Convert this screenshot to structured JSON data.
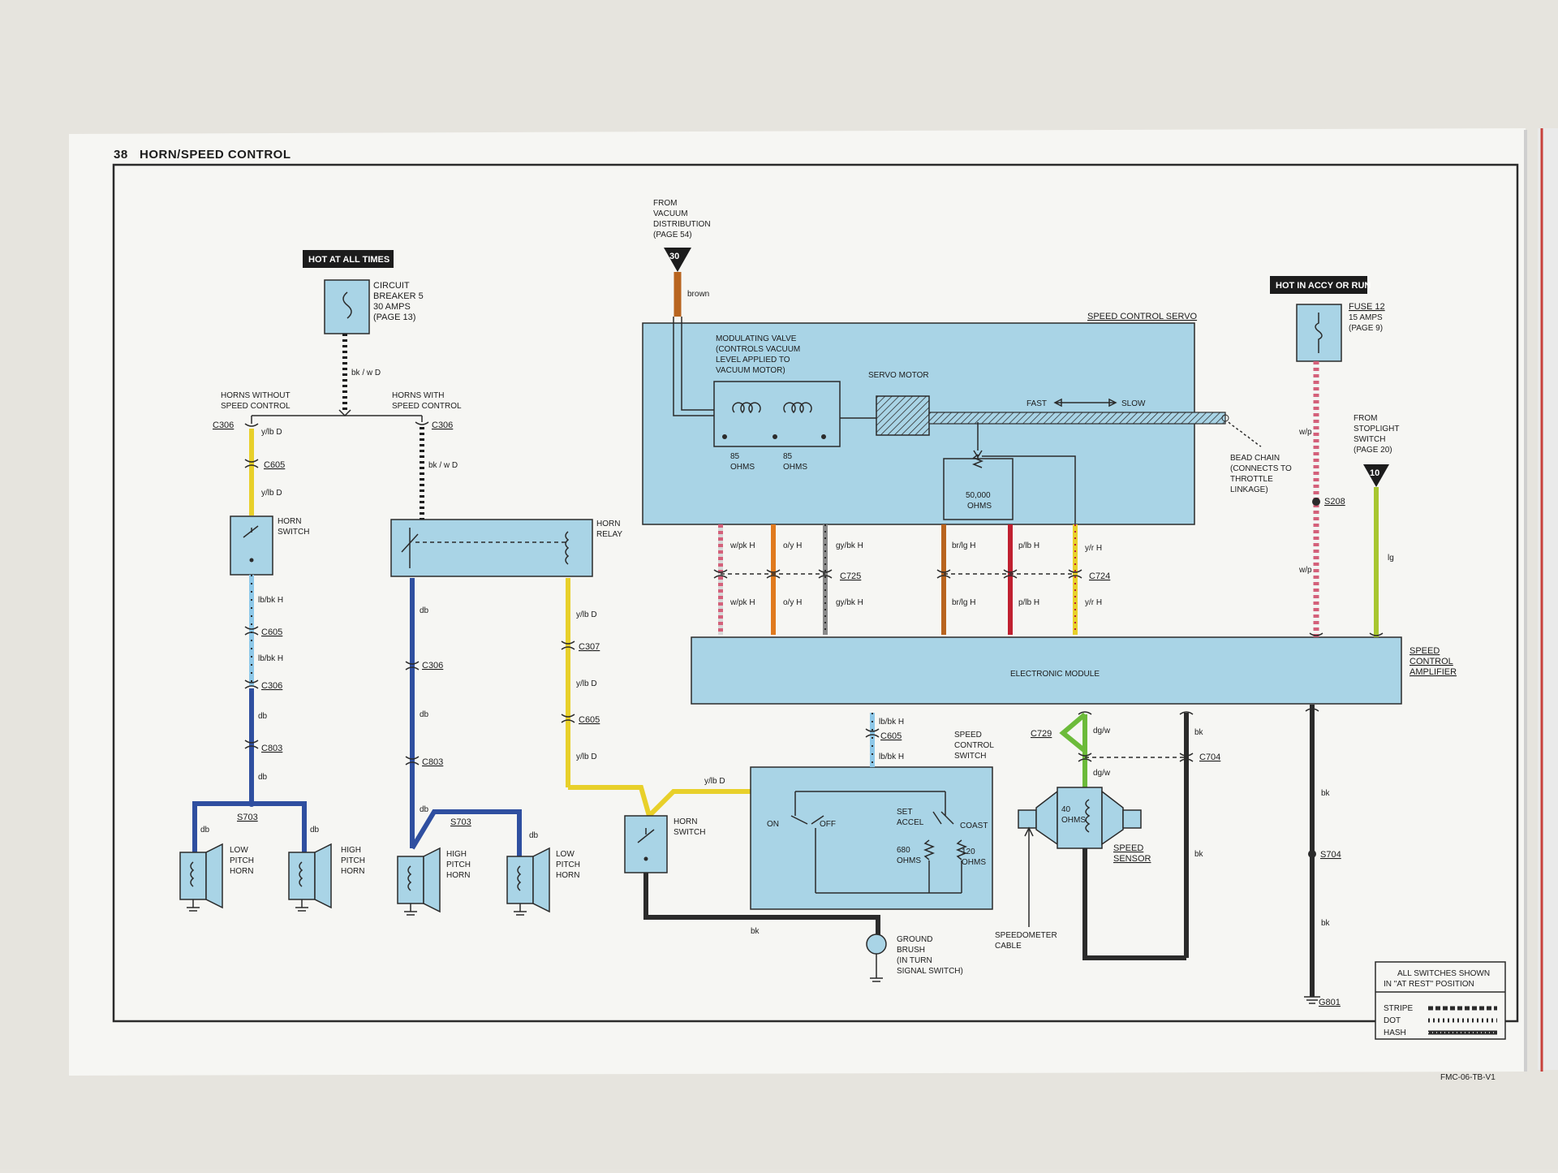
{
  "page": {
    "number": "38",
    "title": "HORN/SPEED CONTROL",
    "footer_code": "FMC-06-TB-V1"
  },
  "tags": {
    "hot_at_all_times": "HOT AT ALL TIMES",
    "hot_in_accy": "HOT IN ACCY OR RUN",
    "vacuum_num": "30",
    "stoplight_num": "10"
  },
  "labels": {
    "circuit_breaker": [
      "CIRCUIT",
      "BREAKER 5",
      "30 AMPS",
      "(PAGE 13)"
    ],
    "fuse": [
      "FUSE 12",
      "15 AMPS",
      "(PAGE 9)"
    ],
    "from_vacuum": [
      "FROM",
      "VACUUM",
      "DISTRIBUTION",
      "(PAGE 54)"
    ],
    "from_stoplight": [
      "FROM",
      "STOPLIGHT",
      "SWITCH",
      "(PAGE 20)"
    ],
    "horns_without": [
      "HORNS WITHOUT",
      "SPEED CONTROL"
    ],
    "horns_with": [
      "HORNS WITH",
      "SPEED CONTROL"
    ],
    "speed_control_servo": "SPEED CONTROL SERVO",
    "modulating_valve": [
      "MODULATING VALVE",
      "(CONTROLS VACUUM",
      "LEVEL APPLIED TO",
      "VACUUM MOTOR)"
    ],
    "servo_motor": "SERVO MOTOR",
    "fast": "FAST",
    "slow": "SLOW",
    "ohms85": [
      "85",
      "OHMS"
    ],
    "ohms50000": [
      "50,000",
      "OHMS"
    ],
    "bead_chain": [
      "BEAD CHAIN",
      "(CONNECTS TO",
      "THROTTLE",
      "LINKAGE)"
    ],
    "horn_switch": [
      "HORN",
      "SWITCH"
    ],
    "horn_relay": [
      "HORN",
      "RELAY"
    ],
    "electronic_module": "ELECTRONIC MODULE",
    "speed_control_amplifier": [
      "SPEED",
      "CONTROL",
      "AMPLIFIER"
    ],
    "speed_control_switch": [
      "SPEED",
      "CONTROL",
      "SWITCH"
    ],
    "switch_on": "ON",
    "switch_off": "OFF",
    "set_accel": [
      "SET",
      "ACCEL"
    ],
    "coast": "COAST",
    "ohms680": [
      "680",
      "OHMS"
    ],
    "ohms120": [
      "120",
      "OHMS"
    ],
    "ohms40": [
      "40",
      "OHMS"
    ],
    "speed_sensor": [
      "SPEED",
      "SENSOR"
    ],
    "speedometer_cable": [
      "SPEEDOMETER",
      "CABLE"
    ],
    "ground_brush": [
      "GROUND",
      "BRUSH",
      "(IN TURN",
      "SIGNAL SWITCH)"
    ],
    "low_pitch_horn": [
      "LOW",
      "PITCH",
      "HORN"
    ],
    "high_pitch_horn": [
      "HIGH",
      "PITCH",
      "HORN"
    ]
  },
  "connectors": {
    "c306": "C306",
    "c605": "C605",
    "c803": "C803",
    "c307": "C307",
    "c725": "C725",
    "c724": "C724",
    "c729": "C729",
    "c704": "C704",
    "s703": "S703",
    "s208": "S208",
    "s704": "S704",
    "g801": "G801"
  },
  "wires": {
    "bk_w_d": "bk / w D",
    "y_lb_d": "y/lb D",
    "lb_bk_h": "lb/bk H",
    "db": "db",
    "bk": "bk",
    "brown": "brown",
    "w_pk_h": "w/pk H",
    "o_y_h": "o/y H",
    "gy_bk_h": "gy/bk H",
    "br_lg_h": "br/lg H",
    "p_lb_h": "p/lb H",
    "y_r_h": "y/r H",
    "w_p": "w/p",
    "lg": "lg",
    "dg_w": "dg/w"
  },
  "legend": {
    "note": [
      "ALL SWITCHES SHOWN",
      "IN \"AT REST\" POSITION"
    ],
    "stripe": "STRIPE",
    "dot": "DOT",
    "hash": "HASH"
  },
  "colors": {
    "component_fill": "#a9d4e6",
    "yellow": "#e8d02a",
    "dark_blue": "#2f4fa0",
    "light_blue": "#8ec8e8",
    "black": "#2b2b2b",
    "orange": "#e07a1e",
    "brown": "#b8641f",
    "red": "#c02030",
    "green": "#7cc63a",
    "pink": "#d4607a",
    "gray": "#8a8a8a"
  }
}
